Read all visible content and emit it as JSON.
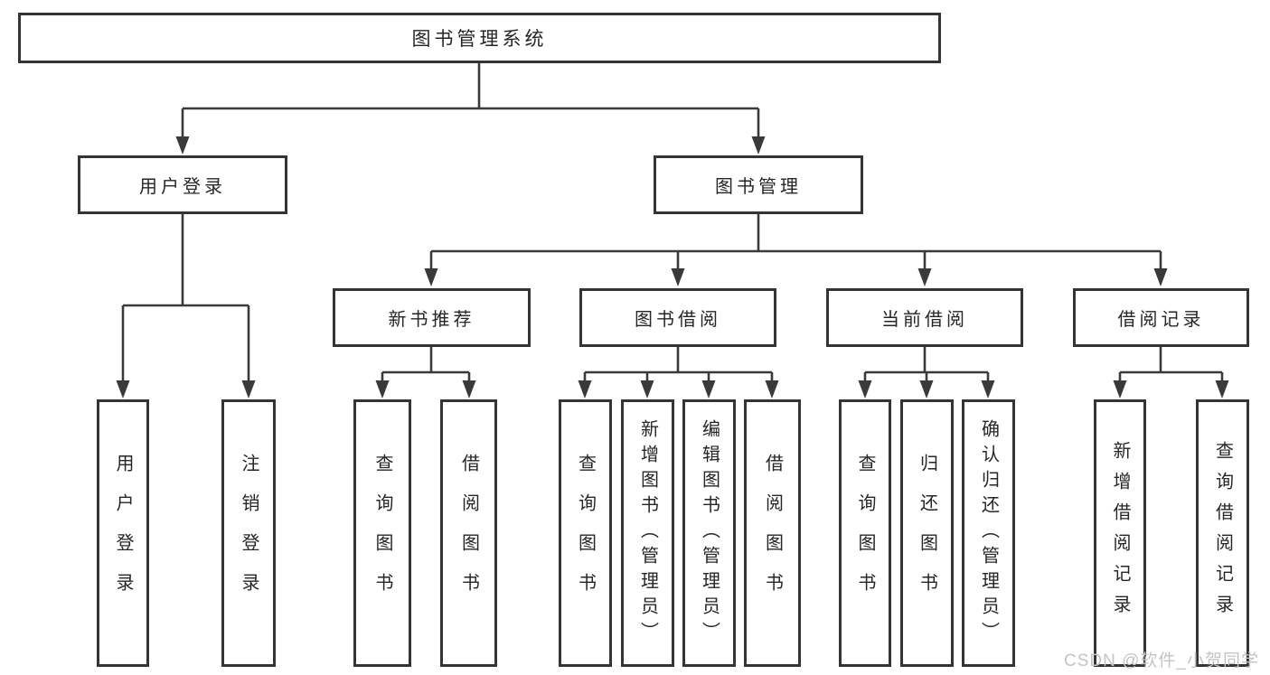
{
  "diagram": {
    "root": {
      "label": "图书管理系统"
    },
    "level2": {
      "user_login": {
        "label": "用户登录"
      },
      "book_mgmt": {
        "label": "图书管理"
      }
    },
    "level3": {
      "new_books": {
        "label": "新书推荐"
      },
      "borrowing": {
        "label": "图书借阅"
      },
      "current": {
        "label": "当前借阅"
      },
      "records": {
        "label": "借阅记录"
      }
    },
    "leaves": {
      "user_login_leaf": {
        "label": "用户登录"
      },
      "logout": {
        "label": "注销登录"
      },
      "nb_query": {
        "label": "查询图书"
      },
      "nb_borrow": {
        "label": "借阅图书"
      },
      "bb_query": {
        "label": "查询图书"
      },
      "bb_add": {
        "label": "新增图书（管理员）"
      },
      "bb_edit": {
        "label": "编辑图书（管理员）"
      },
      "bb_borrow": {
        "label": "借阅图书"
      },
      "cb_query": {
        "label": "查询图书"
      },
      "cb_return": {
        "label": "归还图书"
      },
      "cb_confirm": {
        "label": "确认归还（管理员）"
      },
      "br_add": {
        "label": "新增借阅记录"
      },
      "br_query": {
        "label": "查询借阅记录"
      }
    }
  },
  "watermark": {
    "text": "CSDN @软件_小贺同学"
  },
  "colors": {
    "line": "#3a3a3a",
    "border": "#343434",
    "text": "#262626",
    "background": "#ffffff",
    "watermark": "#c2c4c6"
  }
}
